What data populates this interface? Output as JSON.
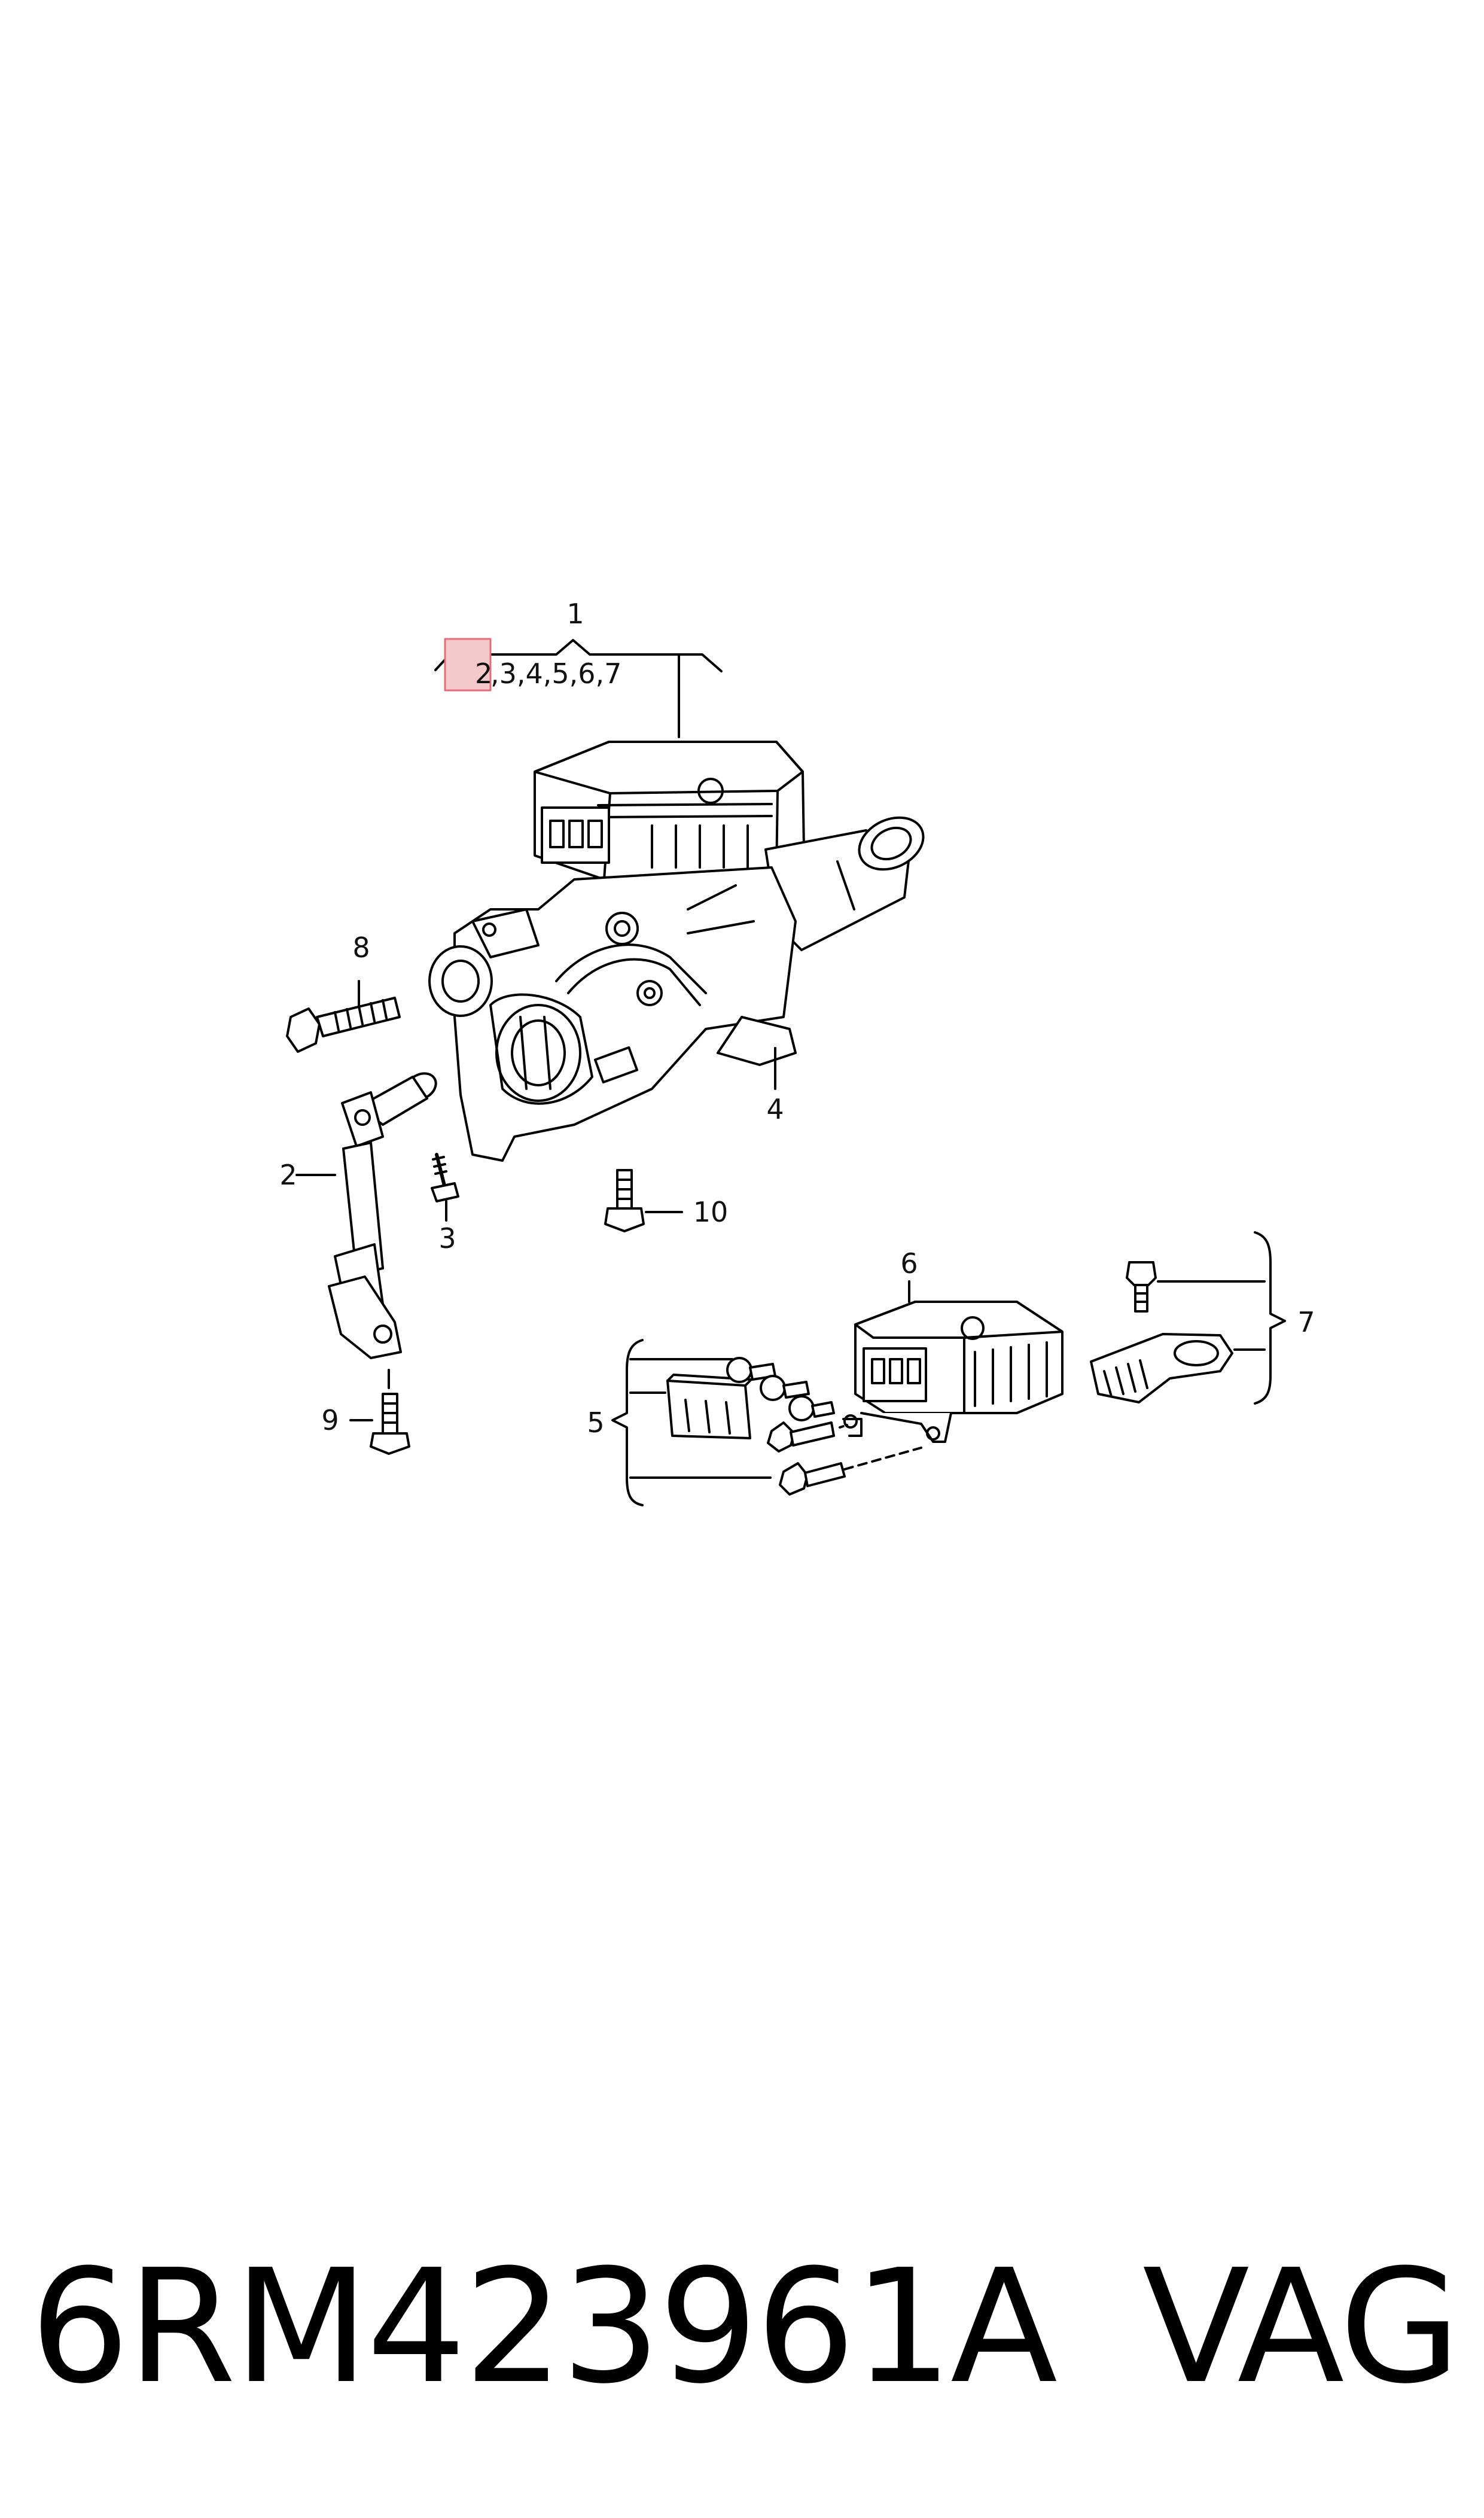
{
  "callouts": {
    "c1": "1",
    "c1_sub_first": "2",
    "c1_sub_rest": ",3,4,5,6,7",
    "c2": "2",
    "c3": "3",
    "c4": "4",
    "c5": "5",
    "c6": "6",
    "c7": "7",
    "c8": "8",
    "c9": "9",
    "c10": "10"
  },
  "highlight_color": "#f3c9cc",
  "footer": {
    "part_number": "6RM423961A",
    "brand": "VAG"
  }
}
